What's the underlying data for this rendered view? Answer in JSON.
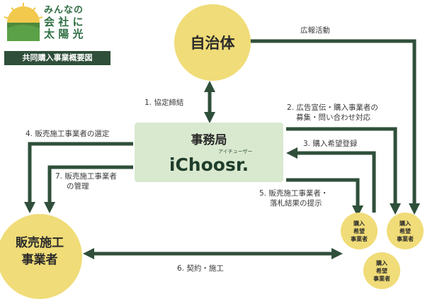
{
  "logo": {
    "line1": "みんなの",
    "line2": "会 社 に",
    "line3": "太 陽 光",
    "tag": "共同購入事業概要図"
  },
  "nodes": {
    "municipality": "自治体",
    "office_title": "事務局",
    "office_brand": "iChoosr.",
    "office_brand_ruby": "アイチューザー",
    "contractor_line1": "販売施工",
    "contractor_line2": "事業者",
    "buyer_line1": "購入",
    "buyer_line2": "希望",
    "buyer_line3": "事業者"
  },
  "flows": {
    "pr": "広報活動",
    "agreement": "1. 協定締結",
    "recruit_1": "2. 広告宣伝・購入事業者の",
    "recruit_2": "募集・問い合わせ対応",
    "register": "3. 購入希望登録",
    "select": "4. 販売施工事業者の選定",
    "result_1": "5. 販売施工事業者・",
    "result_2": "落札結果の提示",
    "contract": "6. 契約・施工",
    "manage_1": "7. 販売施工事業者",
    "manage_2": "の管理"
  },
  "colors": {
    "dark_green": "#2f4f3a",
    "yellow": "#f0dc78",
    "light_green": "#d9e9cf"
  }
}
